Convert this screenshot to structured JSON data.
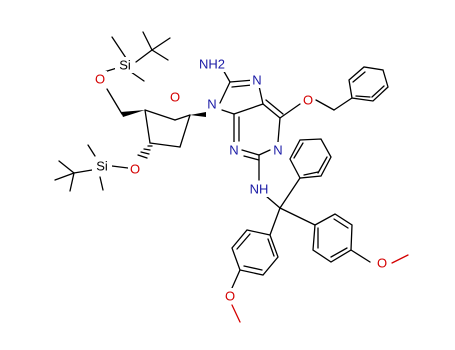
{
  "molecule": {
    "colors": {
      "carbon": "#000000",
      "oxygen": "#d40000",
      "nitrogen": "#1a1aa6",
      "silicon": "#000000"
    },
    "atom_labels": {
      "si_top": "Si",
      "si_bottom": "Si",
      "o_primary_silyl_ether": "O",
      "o_secondary_silyl_ether": "O",
      "o_ring": "O",
      "o_benzyloxy": "O",
      "o_methoxy_right": "O",
      "o_methoxy_left": "O",
      "n9": "N",
      "n7": "N",
      "n1": "N",
      "n3": "N",
      "amino_8": "NH2",
      "amino_2": "NH"
    }
  }
}
